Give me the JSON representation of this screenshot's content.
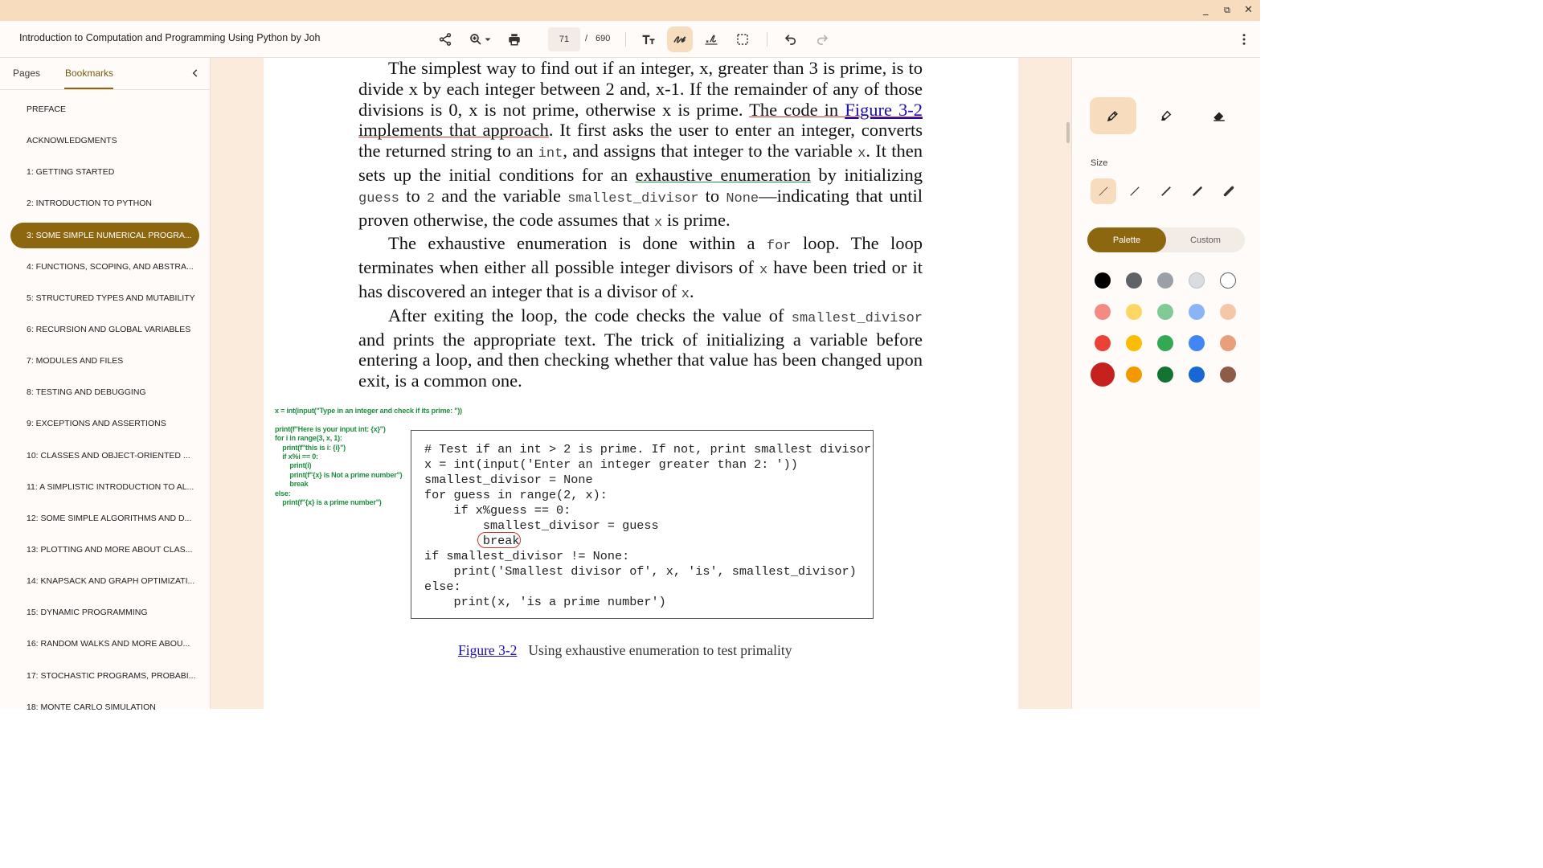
{
  "window": {
    "minimize": "_",
    "restore": "⧉",
    "close": "✕"
  },
  "toolbar": {
    "title": "Introduction to Computation and Programming Using Python by Joh",
    "page_current": "71",
    "page_separator": "/",
    "page_total": "690",
    "icons": [
      "share-icon",
      "zoom-icon",
      "print-icon",
      "text-icon",
      "draw-icon",
      "signature-icon",
      "select-icon",
      "undo-icon",
      "redo-icon",
      "more-icon"
    ]
  },
  "sidebar": {
    "tabs": [
      {
        "label": "Pages"
      },
      {
        "label": "Bookmarks",
        "active": true
      }
    ],
    "items": [
      {
        "label": "PREFACE"
      },
      {
        "label": "ACKNOWLEDGMENTS"
      },
      {
        "label": "1: GETTING STARTED"
      },
      {
        "label": "2: INTRODUCTION TO PYTHON"
      },
      {
        "label": "3: SOME SIMPLE NUMERICAL PROGRA...",
        "active": true
      },
      {
        "label": "4: FUNCTIONS, SCOPING, AND ABSTRA..."
      },
      {
        "label": "5: STRUCTURED TYPES AND MUTABILITY"
      },
      {
        "label": "6: RECURSION AND GLOBAL VARIABLES"
      },
      {
        "label": "7: MODULES AND FILES"
      },
      {
        "label": "8: TESTING AND DEBUGGING"
      },
      {
        "label": "9: EXCEPTIONS AND ASSERTIONS"
      },
      {
        "label": "10: CLASSES AND OBJECT-ORIENTED ..."
      },
      {
        "label": "11: A SIMPLISTIC INTRODUCTION TO AL..."
      },
      {
        "label": "12: SOME SIMPLE ALGORITHMS AND D..."
      },
      {
        "label": "13: PLOTTING AND MORE ABOUT CLAS..."
      },
      {
        "label": "14: KNAPSACK AND GRAPH OPTIMIZATI..."
      },
      {
        "label": "15: DYNAMIC PROGRAMMING"
      },
      {
        "label": "16: RANDOM WALKS AND MORE ABOU..."
      },
      {
        "label": "17: STOCHASTIC PROGRAMS, PROBABI..."
      },
      {
        "label": "18: MONTE CARLO SIMULATION"
      }
    ]
  },
  "document": {
    "p1": {
      "a": "The simplest way to find out if an integer, x, greater than 3 is prime, is to divide x by each integer between 2 and, x-1. If the remainder of any of those divisions is 0, x is not prime, otherwise x is prime. ",
      "b": "The code in ",
      "link": "Figure 3-2",
      "c": " implements that approach",
      "d": ". It first asks the user to enter an integer, converts the returned string to an ",
      "code_int": "int",
      "e": ", and assigns that integer to the variable ",
      "code_x": "x",
      "f": ". It then sets up the initial conditions for an ",
      "g": "exhaustive enumeration",
      "h": " by initializing ",
      "code_guess": "guess",
      "i": " to ",
      "code_2": "2",
      "j": " and the variable ",
      "code_sd": "smallest_divisor",
      "k": " to ",
      "code_none": "None",
      "l": "—indicating that until proven otherwise, the code assumes that ",
      "code_x2": "x",
      "m": " is prime."
    },
    "p2": {
      "a": "The exhaustive enumeration is done within a ",
      "code_for": "for",
      "b": " loop. The loop terminates when either all possible integer divisors of ",
      "code_x": "x",
      "c": " have been tried or it has discovered an integer that is a divisor of ",
      "code_x2": "x",
      "d": "."
    },
    "p3": {
      "a": "After exiting the loop, the code checks the value of ",
      "code_sd": "smallest_divisor",
      "b": " and prints the appropriate text. The trick of initializing a variable before entering a loop, and then checking whether that value has been changed upon exit, is a common one."
    },
    "handwritten_note": "x = int(input(\"Type in an integer and check if its prime: \"))\n\nprint(f\"Here is your input int: {x}\")\nfor i in range(3, x, 1):\n    print(f\"this is i: {i}\")\n    if x%i == 0:\n        print(i)\n        print(f\"{x} is Not a prime number\")\n        break\nelse:\n    print(f\"{x} is a prime number\")",
    "code": "# Test if an int > 2 is prime. If not, print smallest divisor\nx = int(input('Enter an integer greater than 2: '))\nsmallest_divisor = None\nfor guess in range(2, x):\n    if x%guess == 0:\n        smallest_divisor = guess\n        break\nif smallest_divisor != None:\n    print('Smallest divisor of', x, 'is', smallest_divisor)\nelse:\n    print(x, 'is a prime number')",
    "caption_link": "Figure 3-2",
    "caption_text": "Using exhaustive enumeration to test primality"
  },
  "tools_panel": {
    "tools": [
      "pen-icon",
      "highlighter-icon",
      "eraser-icon"
    ],
    "size_label": "Size",
    "palette_label": "Palette",
    "custom_label": "Custom",
    "colors": [
      [
        "#000000",
        "#5f6368",
        "#9aa0a6",
        "#dadce0",
        "#ffffff"
      ],
      [
        "#f28b82",
        "#fdd663",
        "#81c995",
        "#8ab4f8",
        "#f4c7a8"
      ],
      [
        "#ea4335",
        "#fbbc04",
        "#34a853",
        "#4285f4",
        "#e8a07c"
      ],
      [
        "#c5221f",
        "#f29900",
        "#137333",
        "#1967d2",
        "#8d5b46"
      ]
    ]
  }
}
